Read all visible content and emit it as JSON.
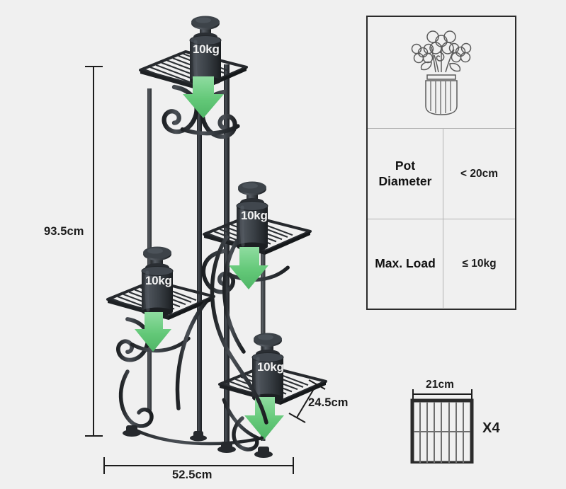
{
  "background_color": "#f0f0f0",
  "dimensions": {
    "height": "93.5cm",
    "width": "52.5cm",
    "depth": "24.5cm"
  },
  "spec_table": {
    "icon": "flower-vase-icon",
    "rows": [
      {
        "label": "Pot\nDiameter",
        "label_line1": "Pot",
        "label_line2": "Diameter",
        "value": "< 20cm"
      },
      {
        "label": "Max. Load",
        "label_line1": "Max. Load",
        "label_line2": "",
        "value": "≤ 10kg"
      }
    ]
  },
  "panel_detail": {
    "width_label": "21cm",
    "quantity_label": "X4"
  },
  "product": {
    "type": "4-tier-metal-plant-stand",
    "frame_color": "#2e3236",
    "arrow_color": "#63c878",
    "weights": [
      {
        "id": "weight-tier-1",
        "label": "10kg"
      },
      {
        "id": "weight-tier-2",
        "label": "10kg"
      },
      {
        "id": "weight-tier-3",
        "label": "10kg"
      },
      {
        "id": "weight-tier-4",
        "label": "10kg"
      }
    ]
  }
}
